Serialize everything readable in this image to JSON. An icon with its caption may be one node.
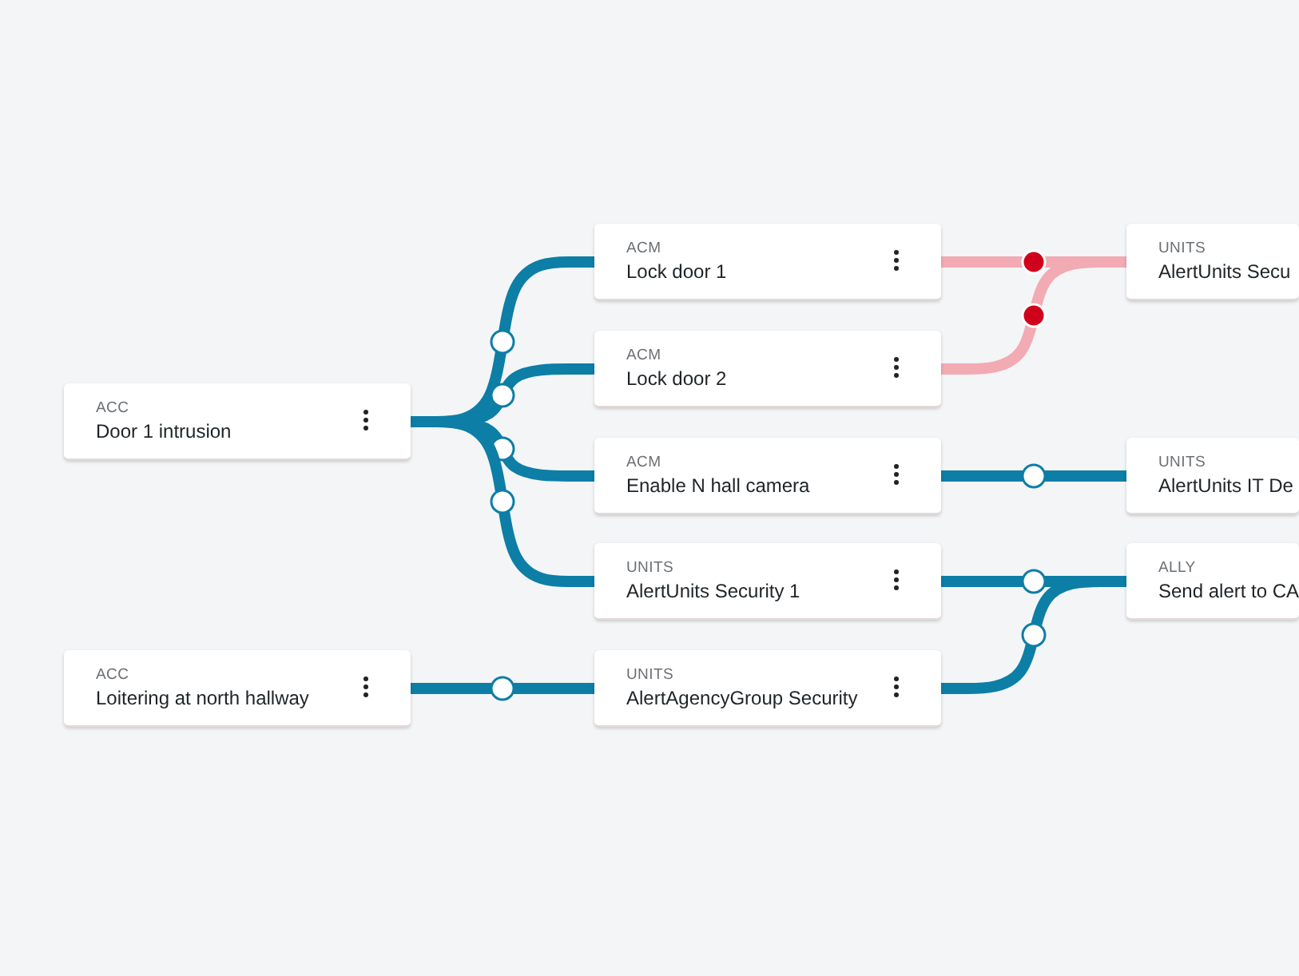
{
  "diagram": {
    "nodes": [
      {
        "text": [
          "ACC",
          "Door 1 intrusion"
        ]
      },
      {
        "text": [
          "ACC",
          "Loitering at north hallway"
        ]
      },
      {
        "text": [
          "ACM",
          "Lock door 1"
        ]
      },
      {
        "text": [
          "ACM",
          "Lock door 2"
        ]
      },
      {
        "text": [
          "ACM",
          "Enable N hall camera"
        ]
      },
      {
        "text": [
          "UNITS",
          "AlertUnits Security 1"
        ]
      },
      {
        "text": [
          "UNITS",
          "AlertAgencyGroup Security"
        ]
      },
      {
        "text": [
          "UNITS",
          "AlertUnits Secu"
        ]
      },
      {
        "text": [
          "UNITS",
          "AlertUnits IT De"
        ]
      },
      {
        "text": [
          "ALLY",
          "Send alert to CA"
        ]
      }
    ],
    "edges": [
      {
        "from": 0,
        "to": 2,
        "arrow": "none"
      },
      {
        "from": 0,
        "to": 3,
        "arrow": "none"
      },
      {
        "from": 0,
        "to": 4,
        "arrow": "none"
      },
      {
        "from": 0,
        "to": 5,
        "arrow": "none"
      },
      {
        "from": 1,
        "to": 6,
        "arrow": "none"
      },
      {
        "from": 2,
        "to": 7,
        "arrow": "none",
        "color": "#f2aab3"
      },
      {
        "from": 3,
        "to": 7,
        "arrow": "none",
        "color": "#f2aab3"
      },
      {
        "from": 4,
        "to": 8,
        "arrow": "none"
      },
      {
        "from": 5,
        "to": 9,
        "arrow": "none"
      },
      {
        "from": 6,
        "to": 9,
        "arrow": "none"
      }
    ]
  }
}
